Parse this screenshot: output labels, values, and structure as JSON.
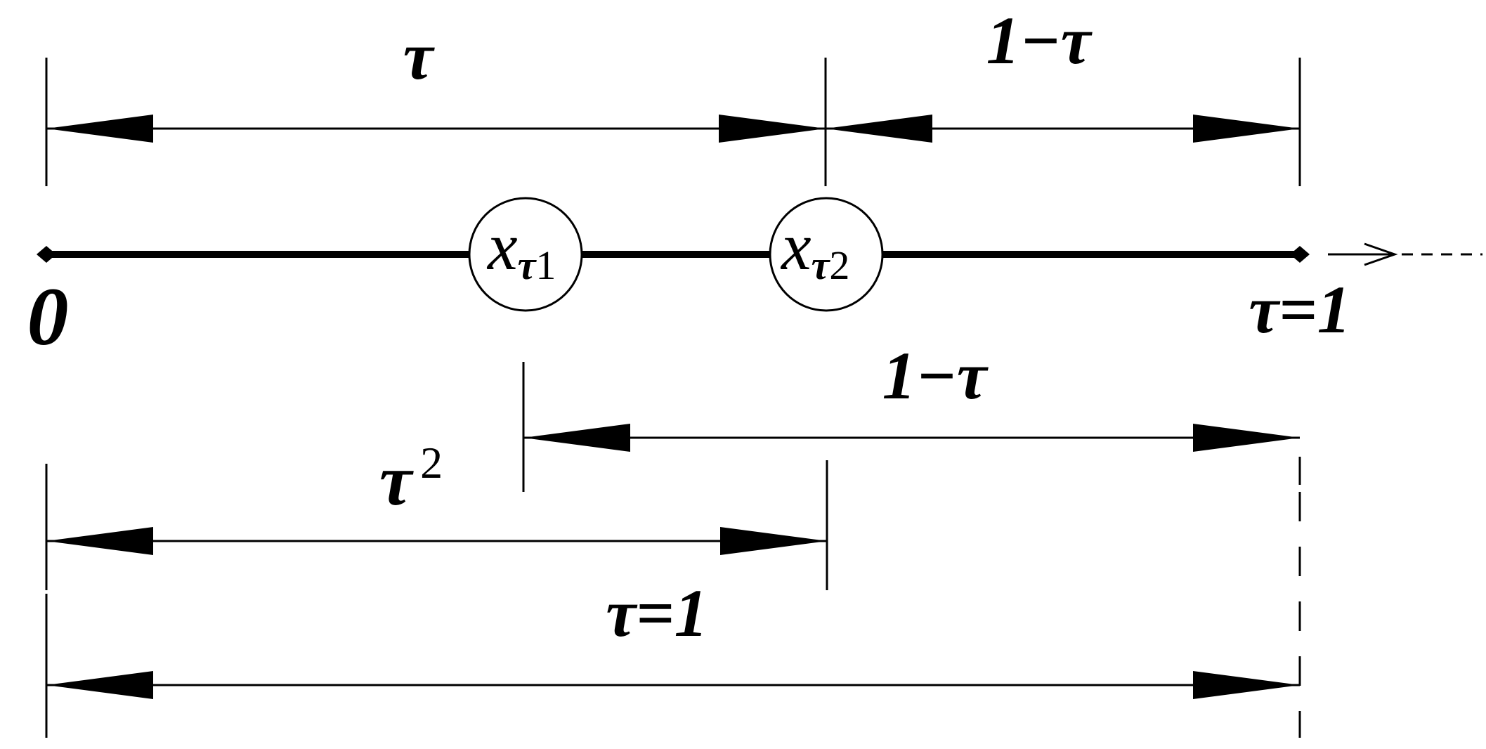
{
  "origin_label": "0",
  "end_label": "τ=1",
  "nodes": [
    {
      "var": "x",
      "sub_greek": "τ",
      "sub_num": "1"
    },
    {
      "var": "x",
      "sub_greek": "τ",
      "sub_num": "2"
    }
  ],
  "dimensions": {
    "top_tau": "τ",
    "top_one_minus_tau": "1−τ",
    "mid_one_minus_tau": "1−τ",
    "tau_squared_base": "τ",
    "tau_squared_exp": "2",
    "bottom_tau_one": "τ=1"
  },
  "colors": {
    "line": "#000000",
    "background": "#ffffff"
  }
}
